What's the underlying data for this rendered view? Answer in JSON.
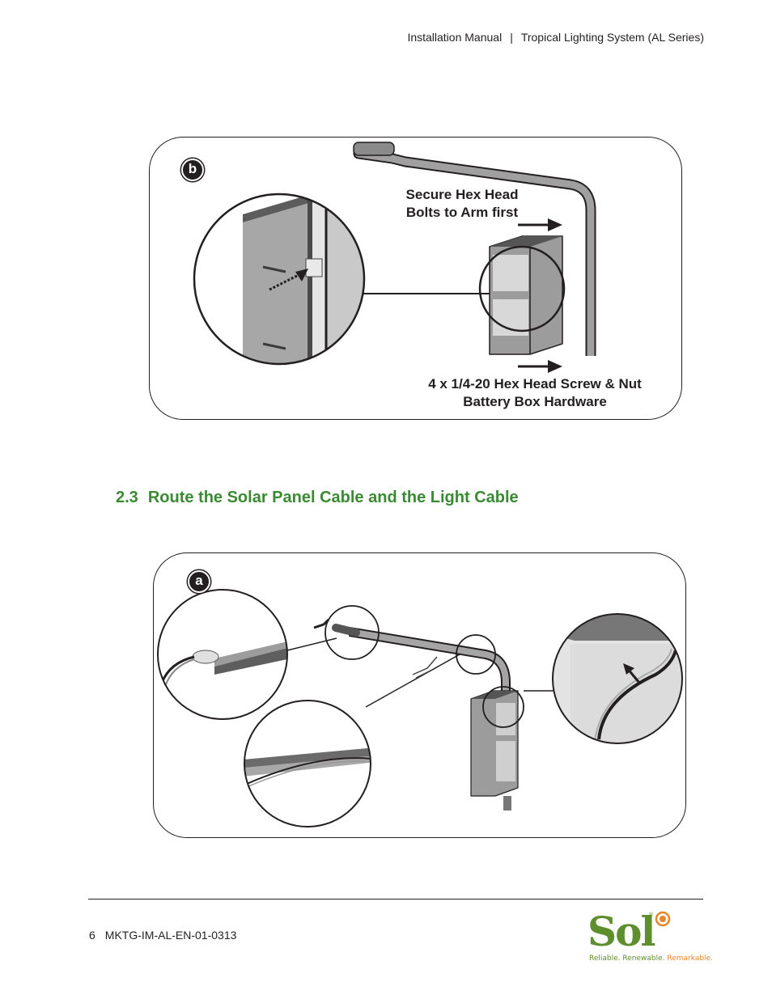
{
  "header": {
    "left": "Installation Manual",
    "separator": "|",
    "right": "Tropical Lighting System (AL Series)"
  },
  "figure_b": {
    "badge": "b",
    "callout_top": "Secure Hex Head Bolts to Arm first",
    "callout_bottom": "4 x 1/4-20 Hex Head Screw & Nut Battery Box Hardware"
  },
  "section": {
    "number": "2.3",
    "title": "Route the Solar Panel Cable and the Light Cable"
  },
  "figure_a": {
    "badge": "a"
  },
  "footer": {
    "page": "6",
    "doc_code": "MKTG-IM-AL-EN-01-0313"
  },
  "logo": {
    "word": "Sol",
    "registered": "®",
    "tagline_1": "Reliable.",
    "tagline_2": "Renewable.",
    "tagline_3": "Remarkable."
  },
  "colors": {
    "heading_green": "#3a8a34",
    "logo_green": "#5e8e2e",
    "logo_orange": "#e8862b",
    "ink": "#231f20"
  }
}
